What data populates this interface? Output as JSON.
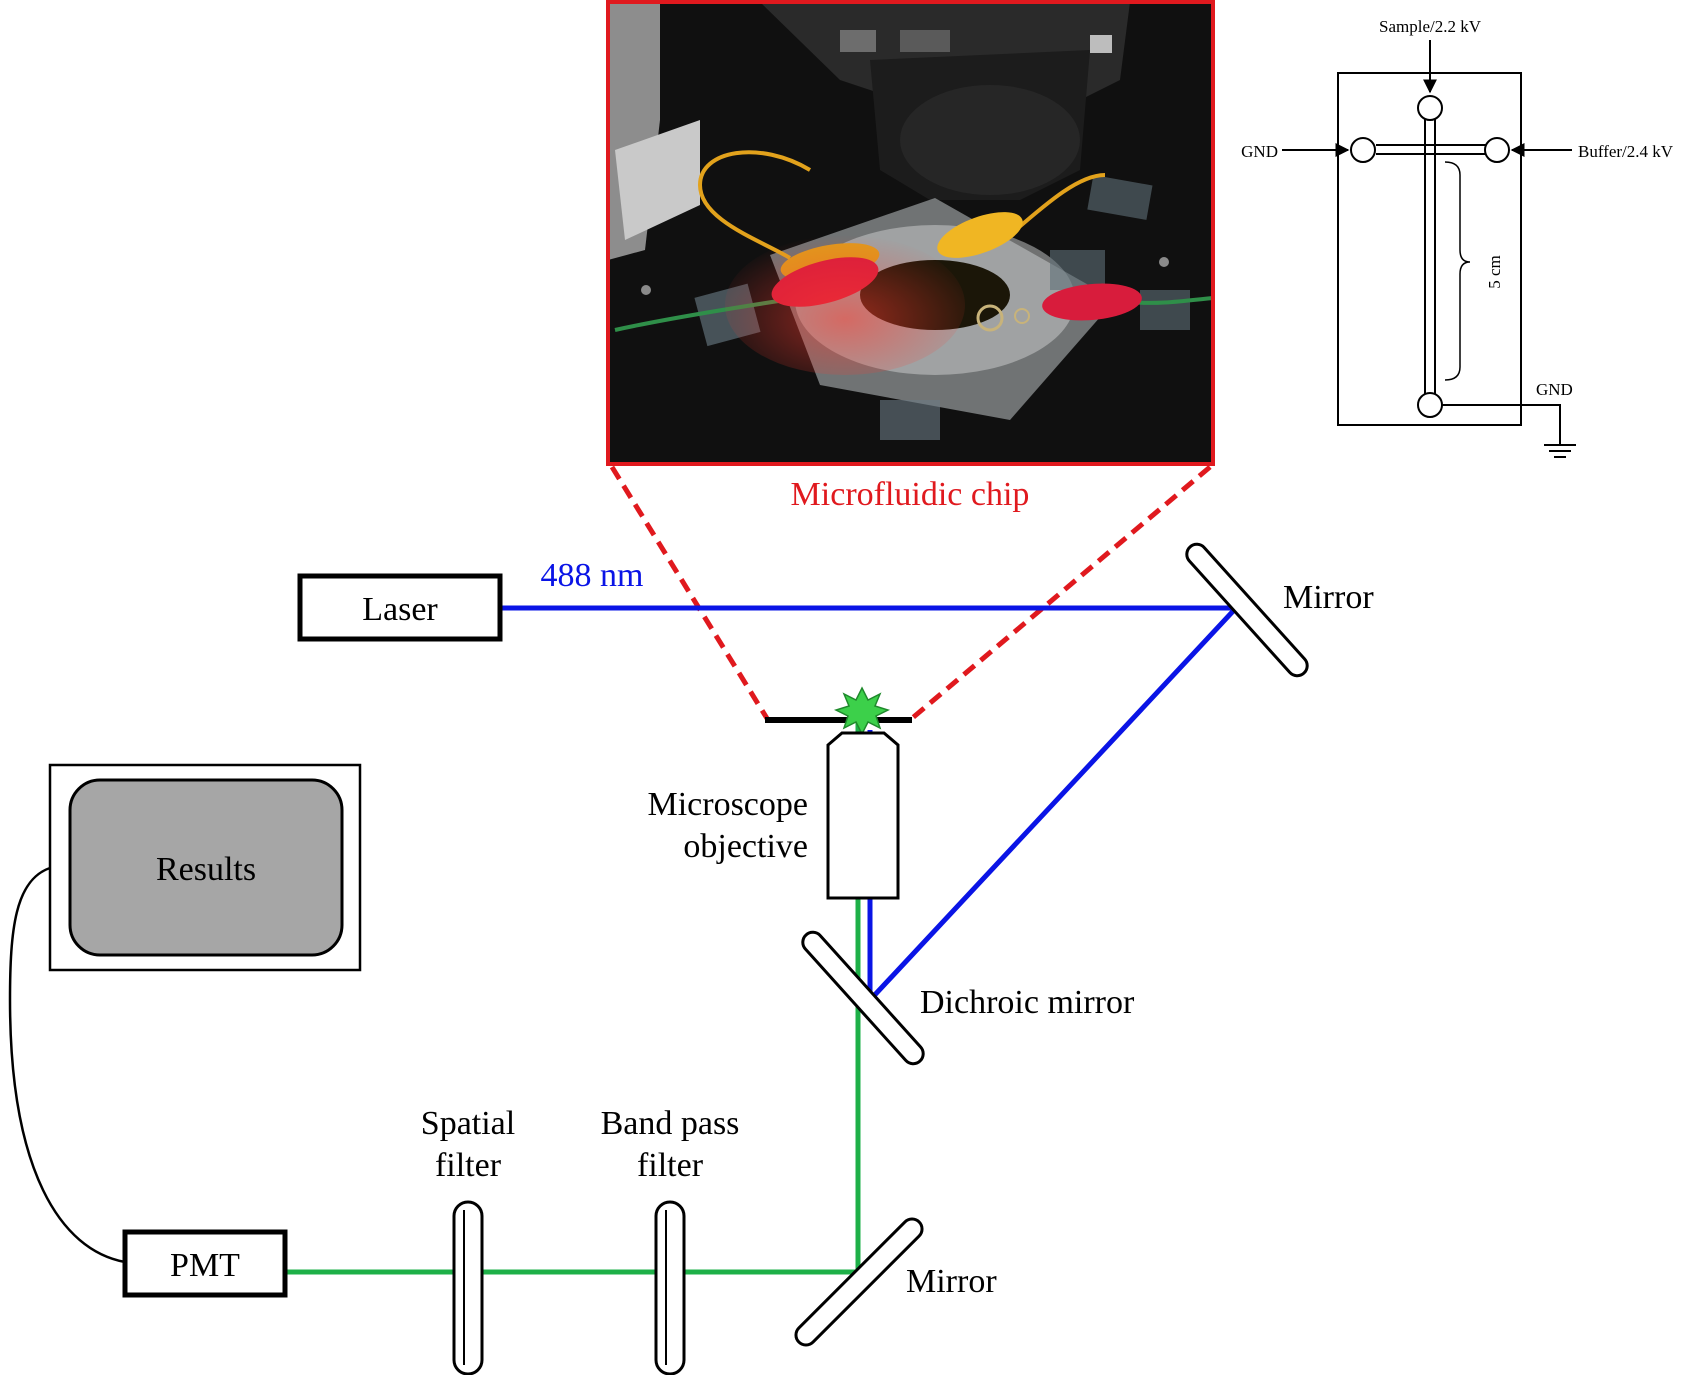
{
  "labels": {
    "laser": "Laser",
    "wavelength": "488 nm",
    "mirror_top": "Mirror",
    "microscope_line1": "Microscope",
    "microscope_line2": "objective",
    "dichroic": "Dichroic mirror",
    "spatial_line1": "Spatial",
    "spatial_line2": "filter",
    "bandpass_line1": "Band pass",
    "bandpass_line2": "filter",
    "mirror_bottom": "Mirror",
    "pmt": "PMT",
    "results": "Results",
    "chip_caption": "Microfluidic chip"
  },
  "chip_schematic": {
    "sample": "Sample/2.2 kV",
    "buffer": "Buffer/2.4 kV",
    "gnd_left": "GND",
    "gnd_bottom": "GND",
    "length": "5 cm"
  },
  "colors": {
    "laser_beam": "#0a14e6",
    "fluorescence": "#1eb048",
    "callout": "#e0191e",
    "screen": "#a6a6a6",
    "wavelength_text": "#0a14e6"
  }
}
